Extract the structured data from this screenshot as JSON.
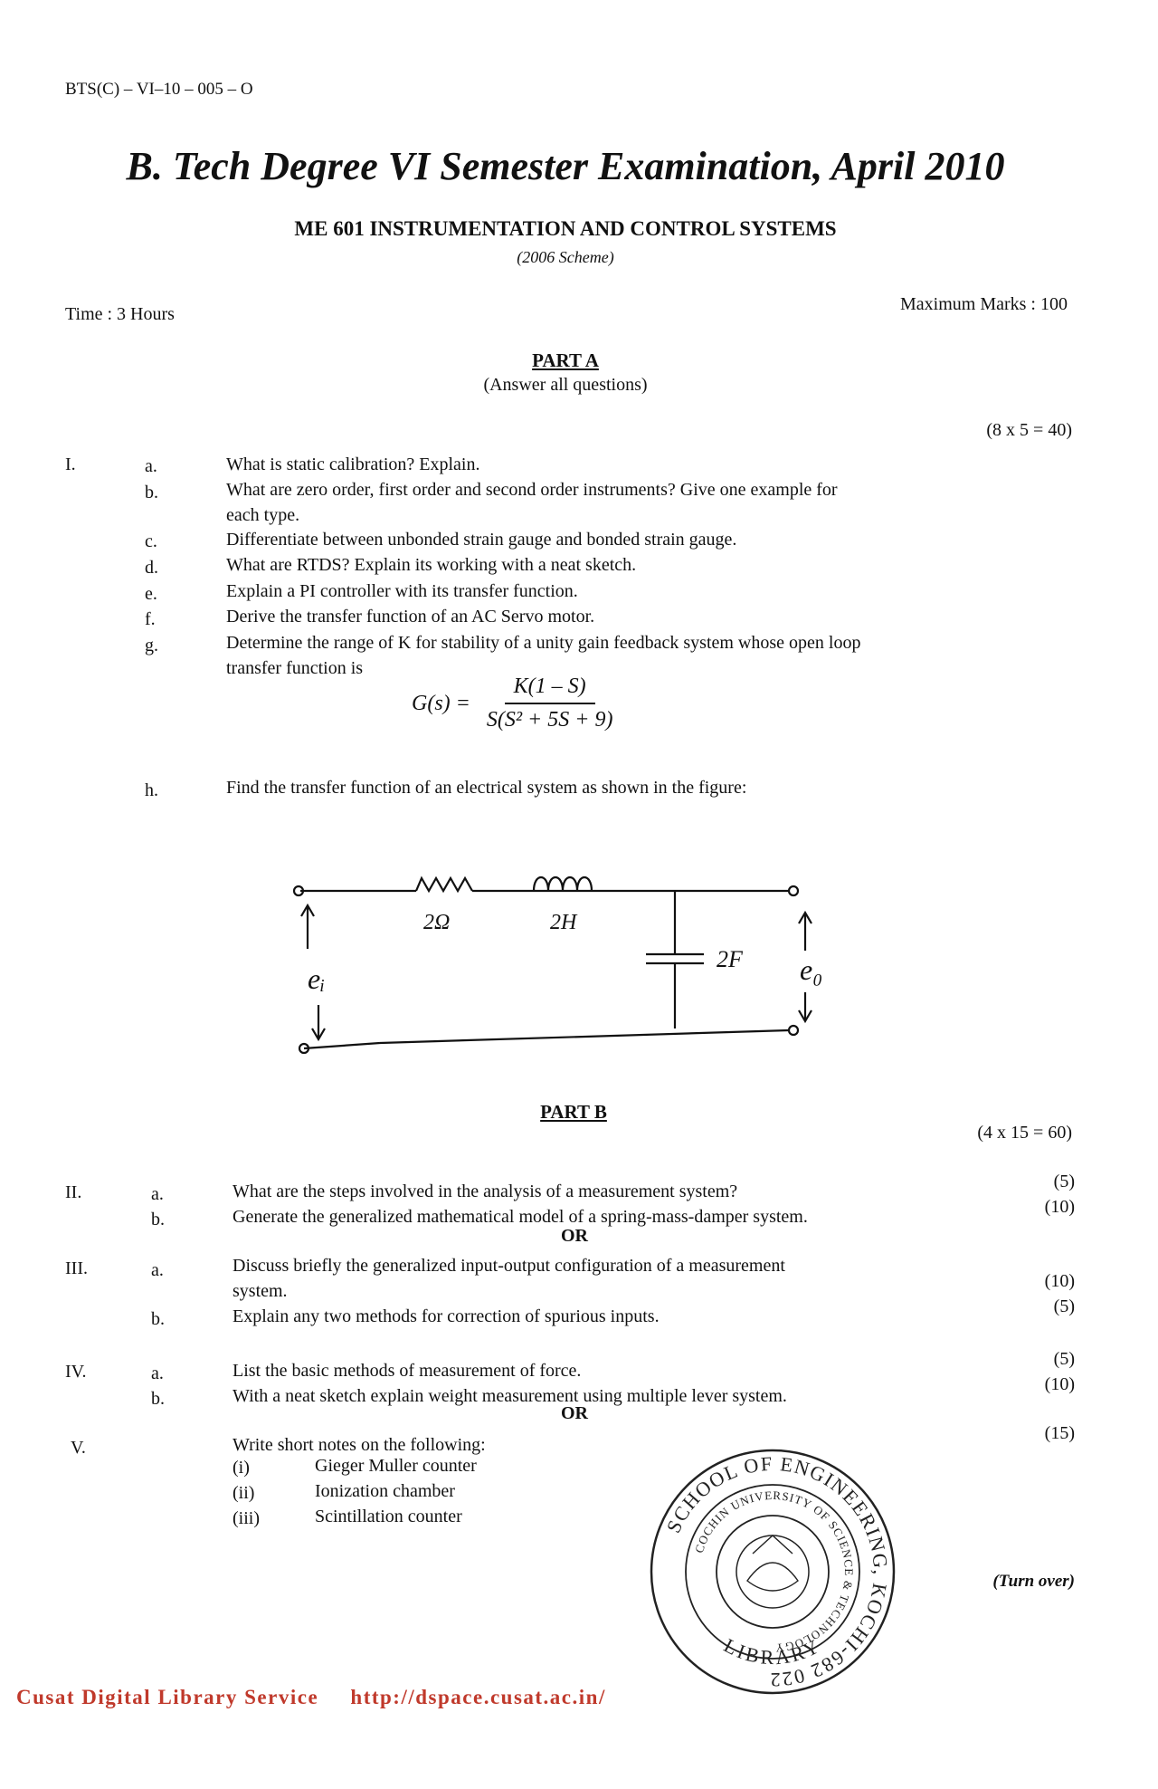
{
  "header": {
    "code": "BTS(C) – VI–10 – 005 – O",
    "title": "B. Tech Degree VI Semester Examination, April 2010",
    "subject": "ME 601 INSTRUMENTATION AND CONTROL SYSTEMS",
    "scheme": "(2006 Scheme)",
    "time": "Time : 3 Hours",
    "max_marks": "Maximum Marks : 100"
  },
  "part_a": {
    "heading": "PART A",
    "instruction": "(Answer all questions)",
    "marks": "(8 x 5 = 40)",
    "qnum": "I.",
    "items": [
      {
        "label": "a.",
        "text": "What is static calibration? Explain."
      },
      {
        "label": "b.",
        "text": "What are zero order, first order and second order instruments? Give one example for",
        "text2": "each type."
      },
      {
        "label": "c.",
        "text": "Differentiate between unbonded strain gauge and bonded strain gauge."
      },
      {
        "label": "d.",
        "text": "What are RTDS? Explain its working with a neat sketch."
      },
      {
        "label": "e.",
        "text": "Explain a PI controller with its transfer function."
      },
      {
        "label": "f.",
        "text": "Derive the transfer function of an AC Servo motor."
      },
      {
        "label": "g.",
        "text": "Determine the range of K for stability of a unity gain feedback system whose open loop",
        "text2": "transfer function is"
      },
      {
        "label": "h.",
        "text": "Find the transfer function of an electrical system as shown in the figure:"
      }
    ],
    "formula": {
      "lhs": "G(s) =",
      "numerator": "K(1 – S)",
      "denominator": "S(S² + 5S + 9)"
    },
    "circuit": {
      "resistor": "2Ω",
      "inductor": "2H",
      "capacitor": "2F",
      "input": "eᵢ",
      "output": "e₀"
    }
  },
  "part_b": {
    "heading": "PART B",
    "marks": "(4 x 15 = 60)",
    "or": "OR",
    "questions": [
      {
        "num": "II.",
        "items": [
          {
            "label": "a.",
            "text": "What are the steps involved in the analysis of a measurement system?",
            "marks": "(5)"
          },
          {
            "label": "b.",
            "text": "Generate the generalized mathematical model of a spring-mass-damper system.",
            "marks": "(10)"
          }
        ]
      },
      {
        "num": "III.",
        "items": [
          {
            "label": "a.",
            "text": "Discuss briefly the generalized input-output configuration of a measurement",
            "text2": "system.",
            "marks": "(10)"
          },
          {
            "label": "b.",
            "text": "Explain any two methods for correction of spurious inputs.",
            "marks": "(5)"
          }
        ]
      },
      {
        "num": "IV.",
        "items": [
          {
            "label": "a.",
            "text": "List the basic methods of measurement of force.",
            "marks": "(5)"
          },
          {
            "label": "b.",
            "text": "With a neat sketch explain weight measurement using multiple lever system.",
            "marks": "(10)"
          }
        ]
      },
      {
        "num": "V.",
        "text": "Write short notes on the following:",
        "marks": "(15)",
        "list": [
          {
            "roman": "(i)",
            "text": "Gieger Muller counter"
          },
          {
            "roman": "(ii)",
            "text": "Ionization chamber"
          },
          {
            "roman": "(iii)",
            "text": "Scintillation counter"
          }
        ]
      }
    ]
  },
  "stamp": {
    "outer": "SCHOOL OF ENGINEERING, KOCHI-682 022",
    "inner": "COCHIN UNIVERSITY OF SCIENCE & TECHNOLOGY",
    "bottom": "LIBRARY"
  },
  "turn_over": "(Turn over)",
  "footer": {
    "left": "Cusat Digital Library Service",
    "right": "http://dspace.cusat.ac.in/"
  }
}
